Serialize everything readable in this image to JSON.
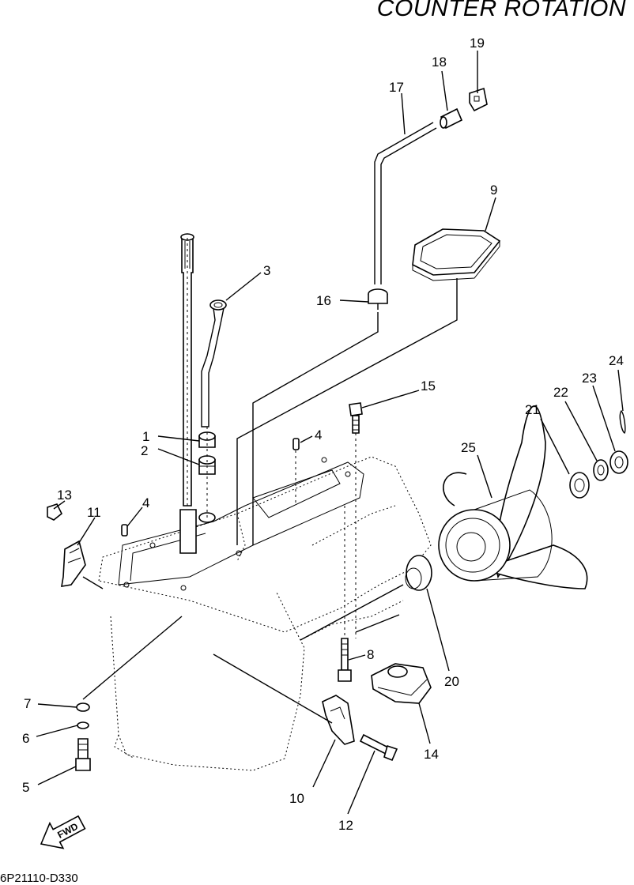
{
  "title": "COUNTER ROTATION",
  "drawing_code": "6P21110-D330",
  "fwd_label": "FWD",
  "callouts": [
    "1",
    "2",
    "3",
    "4",
    "4",
    "5",
    "6",
    "7",
    "8",
    "9",
    "10",
    "11",
    "12",
    "13",
    "14",
    "15",
    "16",
    "17",
    "18",
    "19",
    "20",
    "21",
    "22",
    "23",
    "24",
    "25"
  ]
}
